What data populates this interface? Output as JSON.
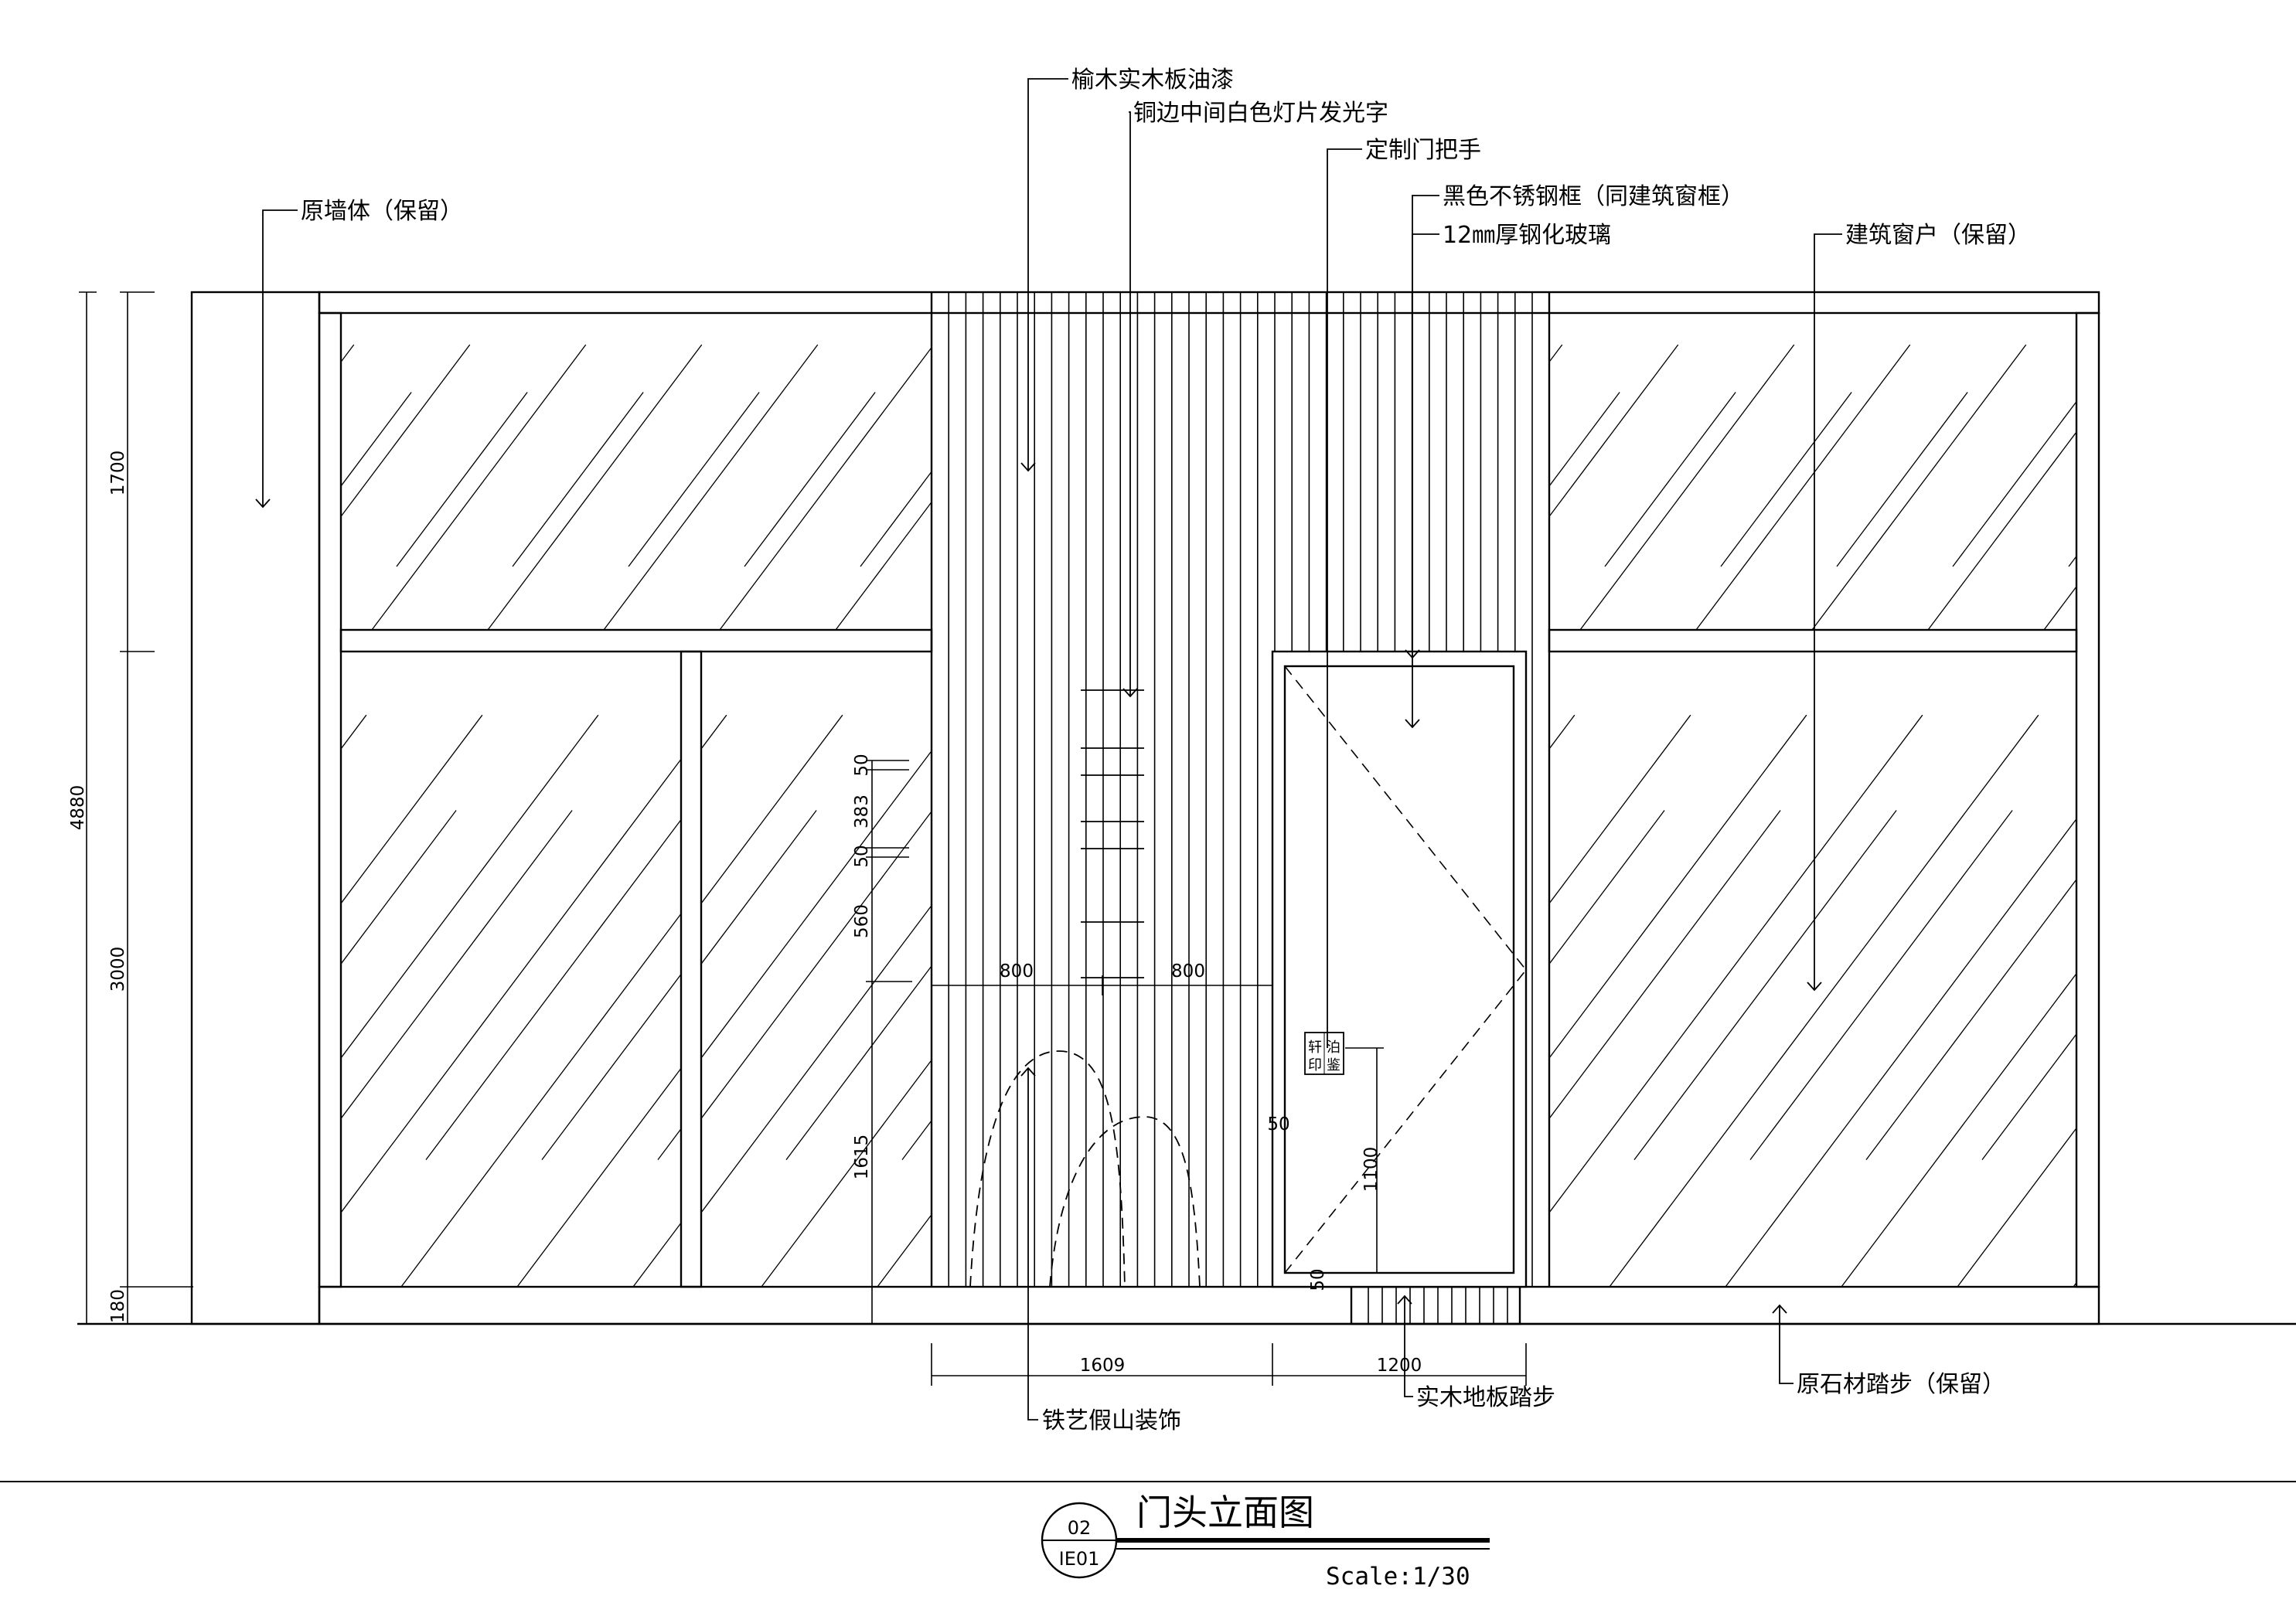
{
  "callouts": {
    "elm_wood": "榆木实木板油漆",
    "copper_sign": "铜边中间白色灯片发光字",
    "door_handle": "定制门把手",
    "black_frame": "黑色不锈钢框（同建筑窗框）",
    "tempered_glass": "12㎜厚钢化玻璃",
    "building_window": "建筑窗户（保留）",
    "original_wall": "原墙体（保留）",
    "iron_rockery": "铁艺假山装饰",
    "wood_step": "实木地板踏步",
    "stone_step": "原石材踏步（保留）"
  },
  "dimensions": {
    "total_height": "4880",
    "upper_height": "1700",
    "lower_height": "3000",
    "plinth_height": "180",
    "sign_gap_top": "50",
    "sign_block": "383",
    "sign_gap_mid": "50",
    "sign_offset": "560",
    "rockery_height": "1615",
    "half_width_left": "800",
    "half_width_right": "800",
    "door_side_gap": "50",
    "handle_height": "1100",
    "door_bottom_gap": "50",
    "panel_width": "1609",
    "door_width": "1200"
  },
  "seal": {
    "chars": [
      "轩",
      "泊",
      "印",
      "鉴"
    ]
  },
  "title_block": {
    "title": "门头立面图",
    "drawing_no": "02",
    "sheet_ref": "IE01",
    "scale": "Scale:1/30"
  }
}
